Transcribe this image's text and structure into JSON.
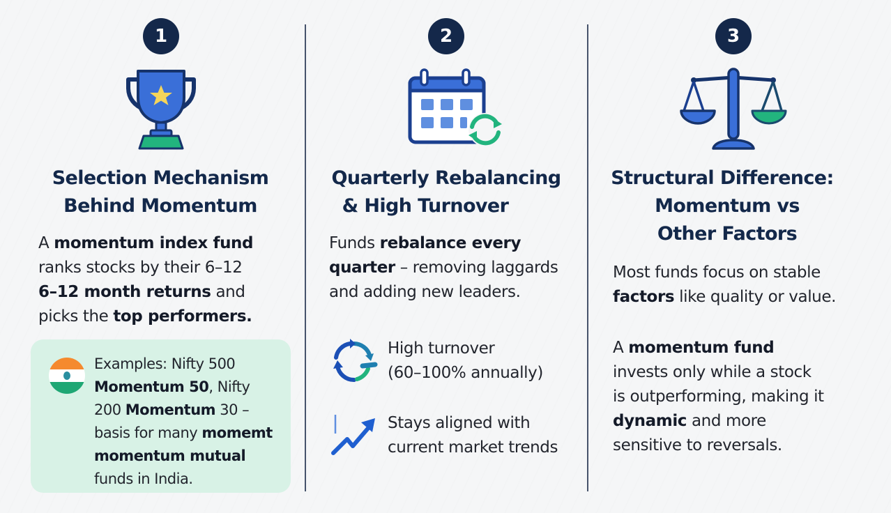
{
  "colors": {
    "badge": "#14284a",
    "title": "#13284a",
    "primary_blue": "#3a6fd8",
    "dark_blue": "#1b3f8f",
    "green": "#22b47e",
    "star_yellow": "#f5d45a",
    "example_box": "#d8f2e6",
    "divider": "#46536b"
  },
  "columns": [
    {
      "number": "1",
      "icon": "trophy-icon",
      "title_lines": [
        "Selection Mechanism",
        "Behind Momentum"
      ],
      "body": [
        [
          {
            "t": "A "
          },
          {
            "t": "momentum index fund",
            "b": true
          }
        ],
        [
          {
            "t": "ranks stocks by their 6–12"
          }
        ],
        [
          {
            "t": "6–12 month returns",
            "b": true
          },
          {
            "t": " and"
          }
        ],
        [
          {
            "t": "picks the "
          },
          {
            "t": "top performers.",
            "b": true
          }
        ]
      ],
      "example": {
        "icon": "india-flag-icon",
        "lines": [
          [
            {
              "t": "Examples: Nifty 500"
            }
          ],
          [
            {
              "t": "Momentum 50",
              "b": true
            },
            {
              "t": ", Nifty"
            }
          ],
          [
            {
              "t": "200 "
            },
            {
              "t": "Momentum",
              "b": true
            },
            {
              "t": " 30 –"
            }
          ],
          [
            {
              "t": "basis for many "
            },
            {
              "t": "momemt",
              "b": true
            }
          ],
          [
            {
              "t": "momentum mutual",
              "b": true
            }
          ],
          [
            {
              "t": "funds in India."
            }
          ]
        ]
      }
    },
    {
      "number": "2",
      "icon": "calendar-refresh-icon",
      "title_lines": [
        "Quarterly Rebalancing",
        "& High Turnover"
      ],
      "body": [
        [
          {
            "t": "Funds "
          },
          {
            "t": "rebalance every",
            "b": true
          }
        ],
        [
          {
            "t": "quarter",
            "b": true
          },
          {
            "t": " – removing laggards"
          }
        ],
        [
          {
            "t": "and adding new leaders."
          }
        ]
      ],
      "features": [
        {
          "icon": "cycle-arrows-icon",
          "lines": [
            "High turnover",
            "(60–100% annually)"
          ]
        },
        {
          "icon": "trend-up-icon",
          "lines": [
            "Stays aligned with",
            "current market trends"
          ]
        }
      ]
    },
    {
      "number": "3",
      "icon": "balance-scale-icon",
      "title_lines": [
        "Structural Difference:",
        "Momentum vs",
        "Other Factors"
      ],
      "body": [
        [
          {
            "t": "Most funds focus on stable"
          }
        ],
        [
          {
            "t": "factors",
            "b": true
          },
          {
            "t": " like quality or value."
          }
        ]
      ],
      "body2": [
        [
          {
            "t": "A "
          },
          {
            "t": "momentum fund",
            "b": true
          }
        ],
        [
          {
            "t": "invests only while a stock"
          }
        ],
        [
          {
            "t": "is outperforming, making it"
          }
        ],
        [
          {
            "t": "dynamic",
            "b": true
          },
          {
            "t": " and more"
          }
        ],
        [
          {
            "t": "sensitive to reversals."
          }
        ]
      ]
    }
  ]
}
